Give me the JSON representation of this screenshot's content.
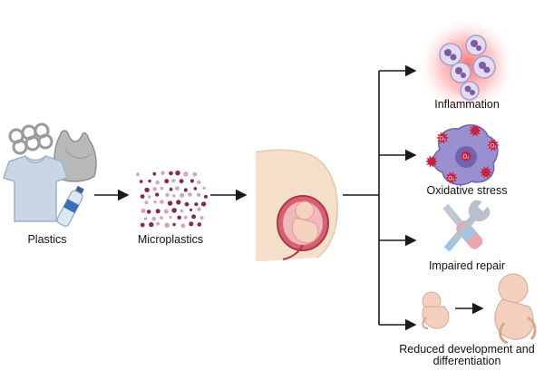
{
  "nodes": {
    "plastics": {
      "label": "Plastics",
      "icon": "plastic-waste-icon"
    },
    "microplastics": {
      "label": "Microplastics",
      "icon": "particles-icon"
    },
    "pregnancy": {
      "label": "",
      "icon": "pregnant-fetus-icon"
    }
  },
  "outcomes": [
    {
      "label": "Inflammation",
      "icon": "inflamed-cells-icon"
    },
    {
      "label": "Oxidative stress",
      "icon": "ros-cell-icon"
    },
    {
      "label": "Impaired repair",
      "icon": "tools-icon"
    },
    {
      "label_line1": "Reduced development and",
      "label_line2": "differentiation",
      "icon": "embryo-growth-icon"
    }
  ],
  "cell_marker": "O₂",
  "colors": {
    "arrow": "#1a1a1a",
    "particle_dark": "#8e2a3e",
    "particle_light": "#d7a6b1",
    "inflammation_glow": "#ff6b6b",
    "cell_purple": "#8d83c6",
    "ros_red": "#c8233b",
    "skin": "#f3dcc4",
    "womb": "#c9455a"
  }
}
